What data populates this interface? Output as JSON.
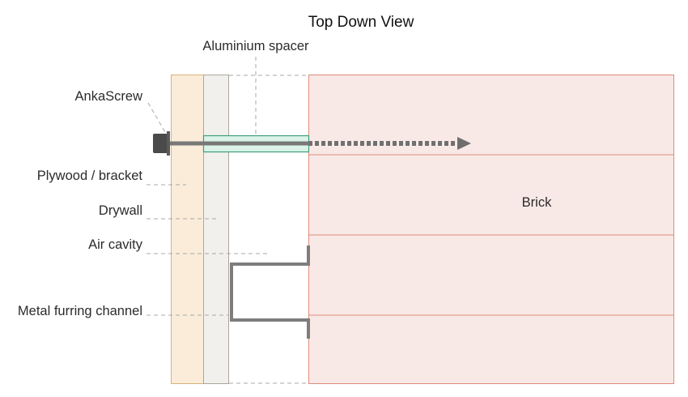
{
  "title": "Top Down View",
  "labels": {
    "spacer": "Aluminium spacer",
    "screw": "AnkaScrew",
    "plywood": "Plywood / bracket",
    "drywall": "Drywall",
    "air_cavity": "Air cavity",
    "furring": "Metal furring channel",
    "brick": "Brick"
  },
  "colors": {
    "plywood_fill": "#faecd9",
    "plywood_stroke": "#d9b27a",
    "drywall_fill": "#f1f0ec",
    "drywall_stroke": "#aaa79e",
    "brick_fill": "#f9e9e6",
    "brick_stroke": "#dd8b7c",
    "spacer_fill": "#dcf3ea",
    "spacer_stroke": "#3f9f7d",
    "screw": "#787878",
    "screw_head": "#4a4a4a",
    "leader": "#a8a8a8"
  },
  "icons": {
    "screw_direction": "arrow-right-icon"
  }
}
